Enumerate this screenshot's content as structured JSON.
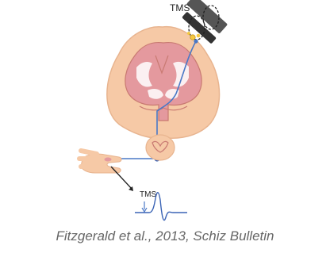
{
  "labels": {
    "tms_top": "TMS",
    "tms_response": "TMS"
  },
  "caption": "Fitzgerald et al., 2013, Schiz Bulletin",
  "colors": {
    "brain_outer": "#f6c9a6",
    "brain_inner": "#e4999e",
    "brain_outline": "#c97a72",
    "nerve": "#4a78c6",
    "nerve_node": "#3a63b5",
    "coil": "#555555",
    "coil_dark": "#333333",
    "coil_hot": "#f4c842",
    "hand": "#f6c9a6",
    "meter_trace": "#3a63b5",
    "caption_text": "#666666"
  },
  "icons": {
    "brain": "brain-section-icon",
    "coil": "tms-coil-icon",
    "spinal_cord": "spinal-cord-section-icon",
    "hand": "hand-icon",
    "mep": "mep-trace-icon"
  }
}
